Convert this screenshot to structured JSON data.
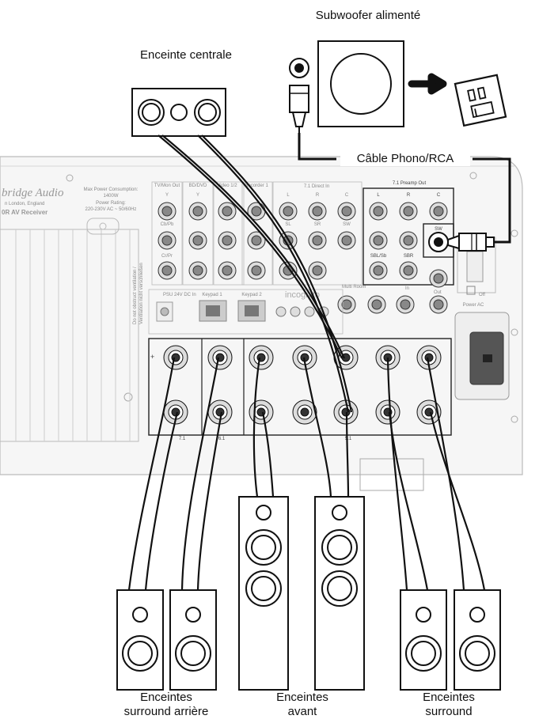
{
  "labels": {
    "subwoofer": "Subwoofer alimenté",
    "center": "Enceinte centrale",
    "cable": "Câble Phono/RCA",
    "surround_back_l1": "Enceintes",
    "surround_back_l2": "surround arrière",
    "front_l1": "Enceintes",
    "front_l2": "avant",
    "surround_l1": "Enceintes",
    "surround_l2": "surround"
  },
  "receiver": {
    "brand": "bridge Audio",
    "origin": "n London, England",
    "model": "0R AV Receiver",
    "max_power_label": "Max Power Consumption:",
    "max_power_value": "1400W",
    "rating_label": "Power Rating:",
    "rating_value": "220-230V AC ~ 50/60Hz",
    "inputs": [
      "TV/Mon Out",
      "BD/DVD",
      "Video 1/2",
      "Recorder 1",
      "7.1 Direct In",
      "7.1 Preamp Out"
    ],
    "channel_letters": [
      "Y",
      "Y",
      "L",
      "R",
      "C",
      "L",
      "R",
      "C"
    ],
    "row_labels": [
      "Cb/Pb",
      "Cr/Pr",
      "SL",
      "SR",
      "SW",
      "SBL/Sb",
      "SBR"
    ],
    "sw_label": "SW",
    "psu": "PSU 24V DC In",
    "keypad1": "Keypad 1",
    "keypad2": "Keypad 2",
    "incognito": "incognito",
    "multi_room": "Multi Room",
    "in_label": "In",
    "out_label": "Out",
    "off_label": "Off",
    "power_ac": "Power AC",
    "vent_note_1": "Do not obstruct ventilation /",
    "vent_note_2": "Ventilation nicht verschließen",
    "plus": "+",
    "config_labels": [
      "7.1",
      "6.1",
      "5.1"
    ]
  },
  "colors": {
    "line": "#111111",
    "panel": "#f4f4f4",
    "panel_edge": "#bbbbbb",
    "jack_fill": "#dddddd"
  }
}
